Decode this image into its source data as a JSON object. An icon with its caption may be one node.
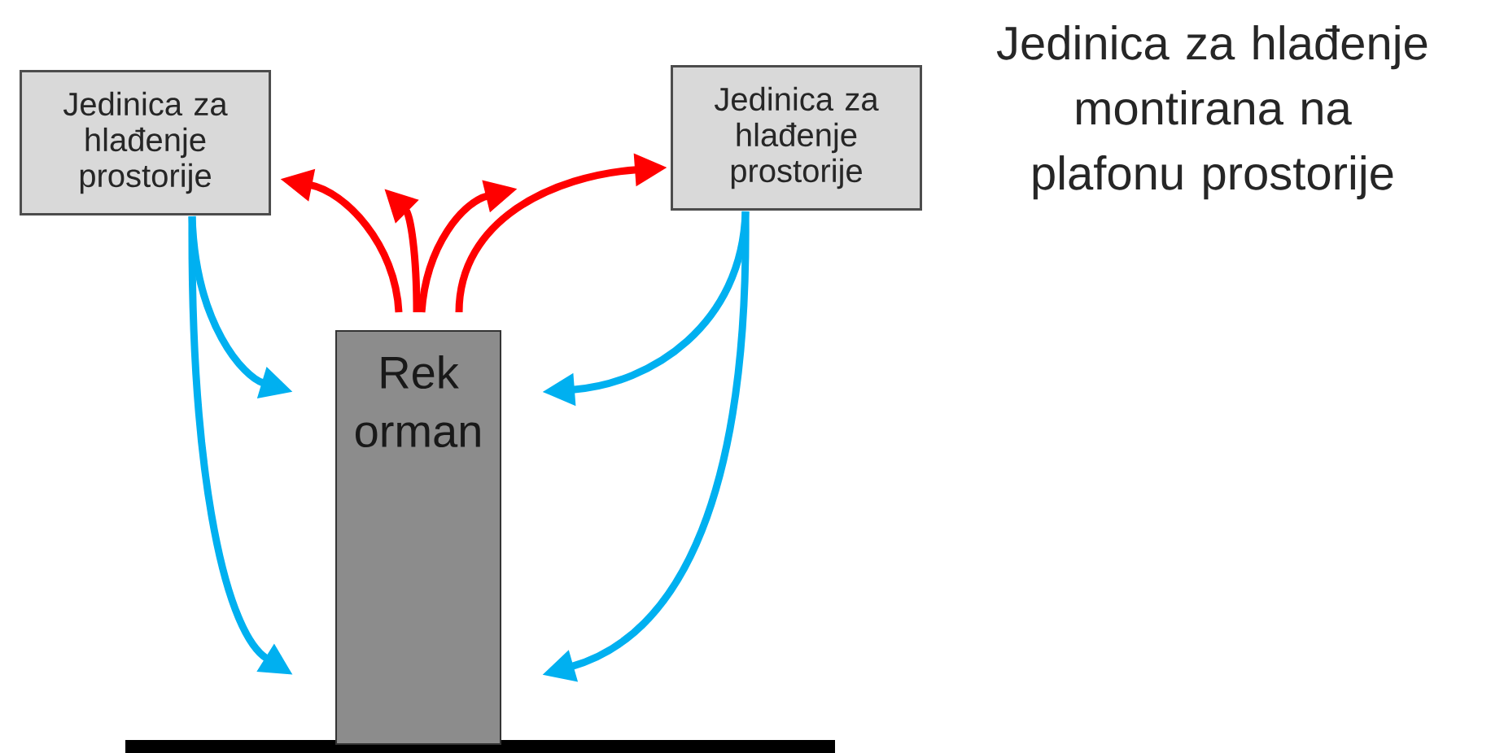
{
  "diagram": {
    "title": "Jedinica za hlađenje montirana na plafonu prostorije",
    "nodes": [
      {
        "text": [
          "Jedinica za hlađenje prostorije"
        ]
      },
      {
        "text": [
          "Jedinica za hlađenje prostorije"
        ]
      },
      {
        "text": [
          "Rek orman"
        ]
      }
    ],
    "edges": [
      {
        "from": 2,
        "to": 0,
        "arrow": "to",
        "color": "#ff0000"
      },
      {
        "from": 2,
        "to": null,
        "arrow": "to",
        "color": "#ff0000"
      },
      {
        "from": 2,
        "to": null,
        "arrow": "to",
        "color": "#ff0000"
      },
      {
        "from": 2,
        "to": 1,
        "arrow": "to",
        "color": "#ff0000"
      },
      {
        "from": 0,
        "to": 2,
        "arrow": "to",
        "color": "#00b0f0"
      },
      {
        "from": 0,
        "to": 2,
        "arrow": "to",
        "color": "#00b0f0"
      },
      {
        "from": 1,
        "to": 2,
        "arrow": "to",
        "color": "#00b0f0"
      },
      {
        "from": 1,
        "to": 2,
        "arrow": "to",
        "color": "#00b0f0"
      }
    ]
  }
}
